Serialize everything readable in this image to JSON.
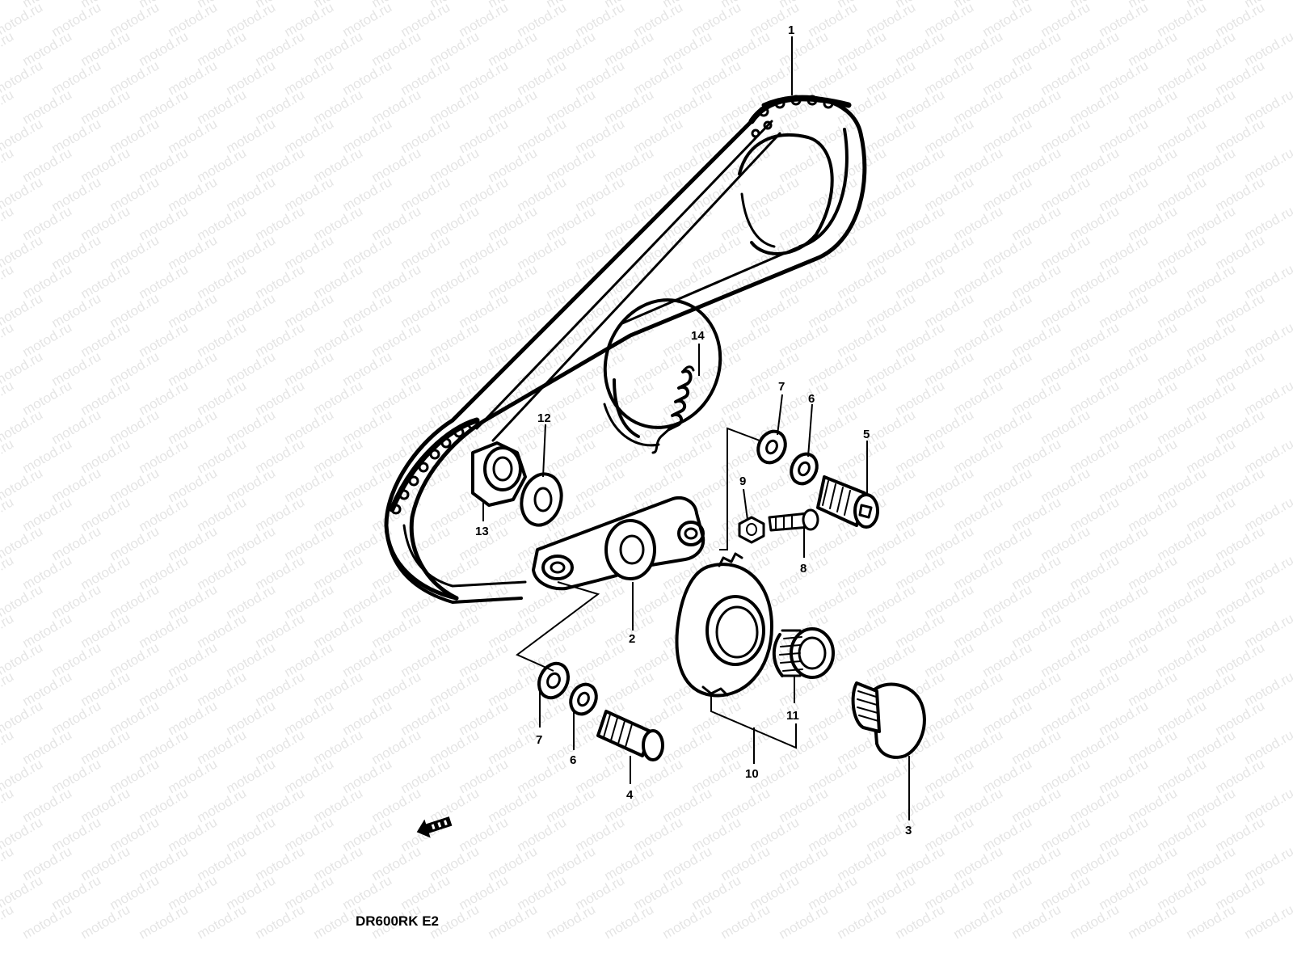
{
  "watermark": {
    "text": "motod.ru"
  },
  "model_label": "DR600RK E2",
  "callouts": [
    {
      "id": "1",
      "text": "1",
      "part": "cam-chain"
    },
    {
      "id": "2",
      "text": "2",
      "part": "tensioner-arm"
    },
    {
      "id": "3",
      "text": "3",
      "part": "kick-shaft-knob"
    },
    {
      "id": "4",
      "text": "4",
      "part": "pivot-bolt-lower"
    },
    {
      "id": "5",
      "text": "5",
      "part": "pivot-bolt-upper"
    },
    {
      "id": "6a",
      "text": "6",
      "part": "washer-upper"
    },
    {
      "id": "6b",
      "text": "6",
      "part": "washer-lower"
    },
    {
      "id": "7a",
      "text": "7",
      "part": "washer-upper-outer"
    },
    {
      "id": "7b",
      "text": "7",
      "part": "washer-lower-outer"
    },
    {
      "id": "8",
      "text": "8",
      "part": "screw"
    },
    {
      "id": "9",
      "text": "9",
      "part": "nut"
    },
    {
      "id": "10",
      "text": "10",
      "part": "guide-plate"
    },
    {
      "id": "11",
      "text": "11",
      "part": "needle-bearing"
    },
    {
      "id": "12",
      "text": "12",
      "part": "washer-sprocket"
    },
    {
      "id": "13",
      "text": "13",
      "part": "sprocket-nut"
    },
    {
      "id": "14",
      "text": "14",
      "part": "spring"
    }
  ],
  "colors": {
    "ink": "#000000",
    "background": "#ffffff"
  },
  "icons": {
    "front_indicator": "front-arrow-icon"
  }
}
